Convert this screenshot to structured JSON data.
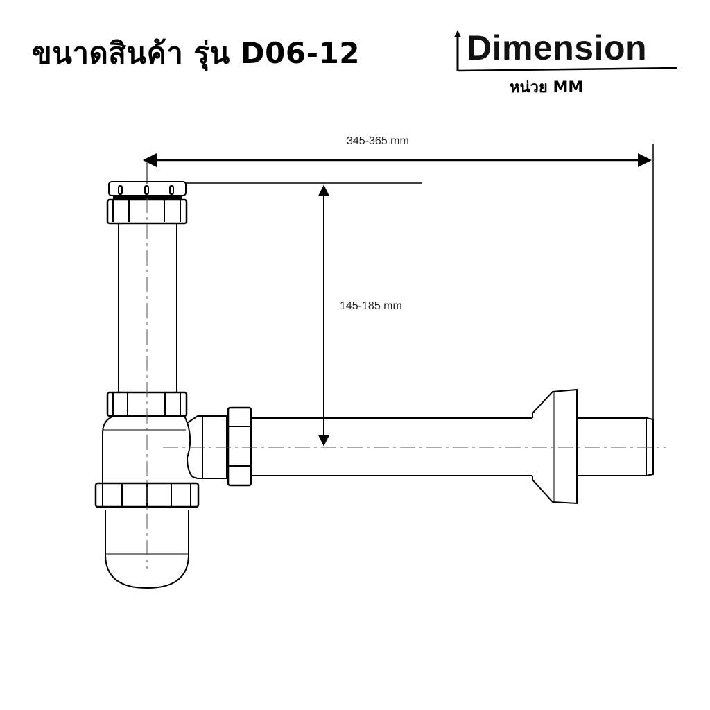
{
  "header": {
    "title": "ขนาดสินค้า รุ่น D06-12",
    "logo_word": "Dimension",
    "unit_label": "หน่วย MM"
  },
  "drawing": {
    "subject": "bottle-trap-siphon",
    "dimensions": {
      "overall_length": "345-365 mm",
      "height": "145-185 mm"
    }
  },
  "colors": {
    "background": "#ffffff",
    "ink": "#000000"
  }
}
